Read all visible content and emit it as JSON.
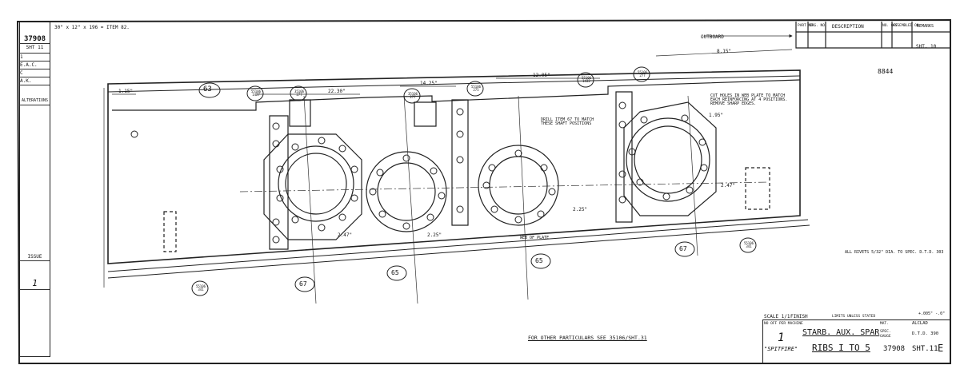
{
  "sheet": {
    "drawing_number": "37908",
    "sheet_code": "SHT.11",
    "header_sheet": "SHT 11",
    "top_note": "30\" x 12\" x 196 = ITEM 82.",
    "outboard_label": "OUTBOARD",
    "ref_corner": "8844",
    "ref_sheet": "SHT. 10"
  },
  "left_strip": {
    "issue_label": "ISSUE",
    "issue_number": "1",
    "ticks": [
      "1",
      "E.A.C.",
      "C",
      "A.K."
    ],
    "alterations_label": "ALTERATIONS"
  },
  "parts_table": {
    "columns": [
      "PART NO.",
      "DRG. NO.",
      "DESCRIPTION",
      "NO. OFF",
      "ASSEMBLED ON",
      "REMARKS"
    ]
  },
  "dimensions": [
    "1.15\"",
    "22.30\"",
    "14.25\"",
    "12.05\"",
    "8.15\"",
    "2.25\"",
    "2.25\"",
    "2.47\"",
    "2.47\"",
    "1.95\""
  ],
  "callouts": [
    "63",
    "67",
    "65",
    "65",
    "67"
  ],
  "part_refs": [
    "55106 1427",
    "35106 277",
    "35106 277",
    "55106 275",
    "55106 1432",
    "55106 277",
    "55106 341",
    "55106 341"
  ],
  "notes": {
    "drill": "DRILL ITEM 67 TO MATCH THESE SHAFT POSITIONS",
    "cut": "CUT HOLES IN WEB PLATE TO MATCH EACH REINFORCING AT 4 POSITIONS. REMOVE SHARP EDGES.",
    "rivets": "ALL RIVETS 5/32\" DIA. TO SPEC. D.T.D. 303",
    "particulars": "FOR OTHER PARTICULARS SEE 35106/SHT.31",
    "web_plate": "WEB OF PLATE"
  },
  "title_block": {
    "scale": "SCALE 1/1",
    "finish": "FINISH",
    "limits": "LIMITS UNLESS STATED",
    "tolerance": "+.005\" -.0\"",
    "no_off": "NO OFF PER MACHINE",
    "qty": "1",
    "title_line1": "STARB. AUX. SPAR",
    "title_line2": "RIBS I TO 5",
    "aircraft": "\"SPITFIRE\"",
    "mat_label": "MAT.",
    "mat_value": "ALCLAD",
    "spec_label": "SPEC.",
    "spec_value": "D.T.D. 390",
    "gauge_label": "GAUGE",
    "drawing_no": "37908",
    "sht": "SHT.11",
    "rev": "E"
  }
}
